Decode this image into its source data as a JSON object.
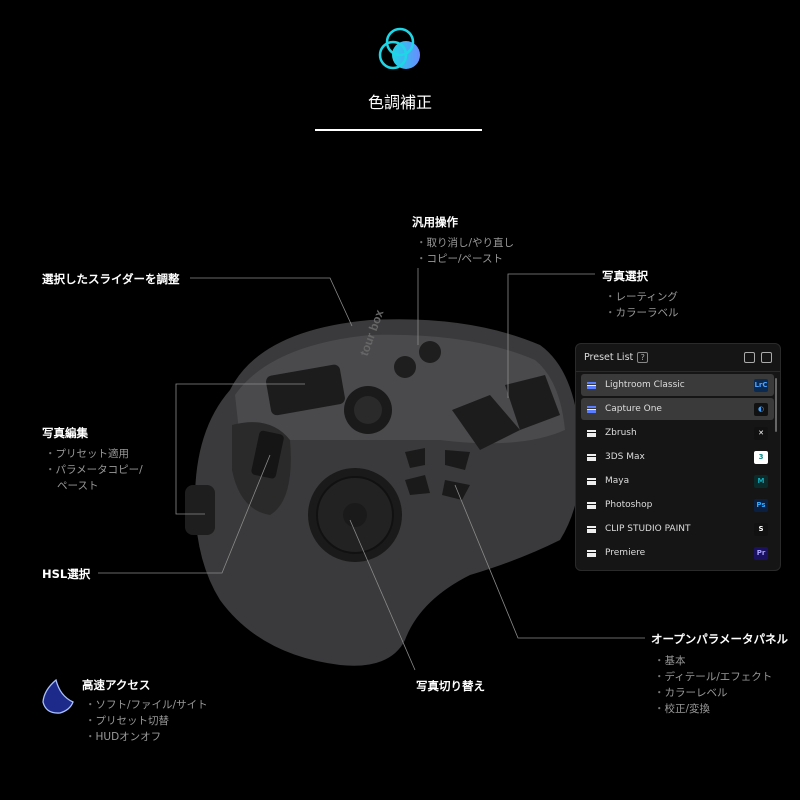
{
  "header": {
    "title": "色調補正",
    "icon": "color-circles-icon"
  },
  "annotations": {
    "general": {
      "label": "汎用操作",
      "bullets": [
        "取り消し/やり直し",
        "コピー/ペースト"
      ]
    },
    "slider": {
      "label": "選択したスライダーを調整"
    },
    "photo_select": {
      "label": "写真選択",
      "bullets": [
        "レーティング",
        "カラーラベル"
      ]
    },
    "photo_edit": {
      "label": "写真編集",
      "bullets": [
        "プリセット適用",
        "パラメータコピー/",
        "ペースト"
      ]
    },
    "hsl": {
      "label": "HSL選択"
    },
    "photo_switch": {
      "label": "写真切り替え"
    },
    "param_panel": {
      "label": "オープンパラメータパネル",
      "bullets": [
        "基本",
        "ディテール/エフェクト",
        "カラーレベル",
        "校正/変換"
      ]
    },
    "quick": {
      "label": "高速アクセス",
      "bullets": [
        "ソフト/ファイル/サイト",
        "プリセット切替",
        "HUDオンオフ"
      ]
    }
  },
  "device": {
    "logo": "tourbox"
  },
  "preset_panel": {
    "title": "Preset List",
    "help": "?",
    "items": [
      {
        "name": "Lightroom Classic",
        "badge": "LrC",
        "color": "#0b2a52",
        "fg": "#4fa3ff",
        "selected": true
      },
      {
        "name": "Capture One",
        "badge": "◐",
        "color": "#111",
        "fg": "#3aa0ff",
        "selected": true
      },
      {
        "name": "Zbrush",
        "badge": "✕",
        "color": "#111",
        "fg": "#fff",
        "selected": false
      },
      {
        "name": "3DS Max",
        "badge": "3",
        "color": "#fff",
        "fg": "#0a8a8a",
        "selected": false
      },
      {
        "name": "Maya",
        "badge": "M",
        "color": "#0b2a2a",
        "fg": "#1ab",
        "selected": false
      },
      {
        "name": "Photoshop",
        "badge": "Ps",
        "color": "#0b2040",
        "fg": "#31a8ff",
        "selected": false
      },
      {
        "name": "CLIP STUDIO PAINT",
        "badge": "S",
        "color": "#111",
        "fg": "#fff",
        "selected": false
      },
      {
        "name": "Premiere",
        "badge": "Pr",
        "color": "#1a1260",
        "fg": "#a9a0ff",
        "selected": false
      }
    ]
  }
}
